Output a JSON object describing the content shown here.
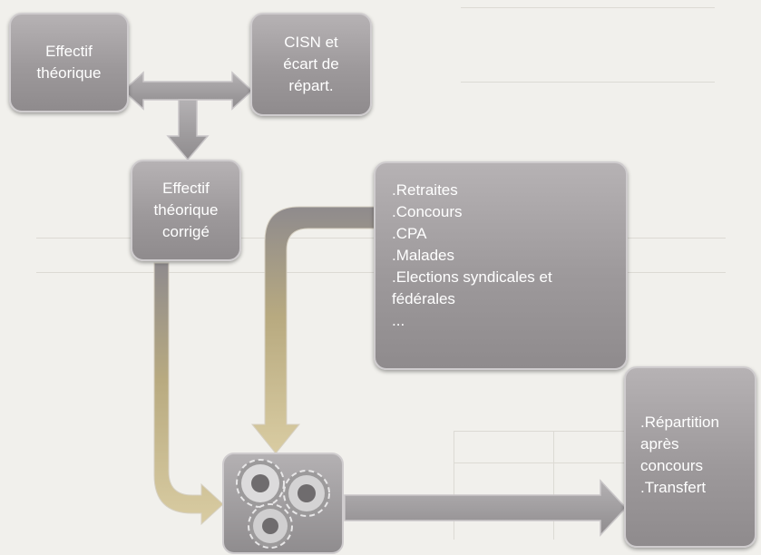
{
  "diagram": {
    "box_effectif_theorique": {
      "lines": [
        "Effectif",
        "théorique"
      ]
    },
    "box_cisn": {
      "lines": [
        "CISN et",
        "écart de",
        "répart."
      ]
    },
    "box_corrige": {
      "lines": [
        "Effectif",
        "théorique",
        "corrigé"
      ]
    },
    "box_list": {
      "lines": [
        ".Retraites",
        ".Concours",
        ".CPA",
        ".Malades",
        ".Elections syndicales et",
        "fédérales",
        "..."
      ]
    },
    "box_output": {
      "lines": [
        ".Répartition",
        "après",
        "concours",
        ".Transfert"
      ]
    },
    "gear_icon": "gears-icon"
  },
  "colors": {
    "box_fill": "#9d999b",
    "box_border": "#cfccce",
    "arrow_gray": "#a3a0a2",
    "arrow_gold": "#c9b98c"
  }
}
